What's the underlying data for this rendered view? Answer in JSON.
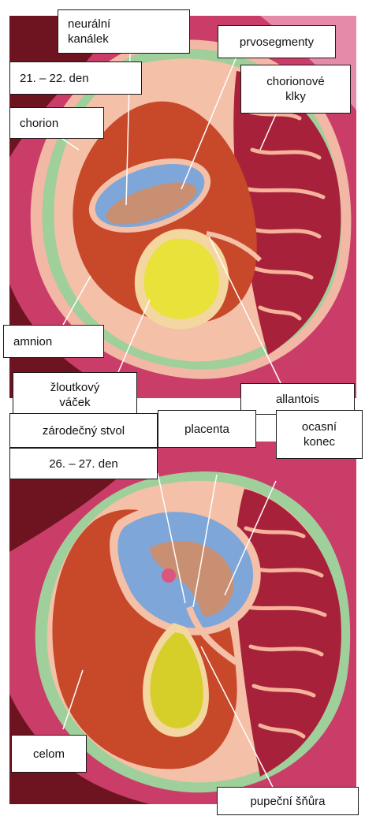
{
  "panel_top": {
    "stage": "21. – 22. den",
    "labels": {
      "neural_canal": "neurální\nkanálek",
      "primitive_segments": "prvosegmenty",
      "chorion": "chorion",
      "chorionic_villi": "chorionové\nklky",
      "amnion": "amnion",
      "yolk_sac": "žloutkový\nváček",
      "allantois": "allantois"
    }
  },
  "panel_bottom": {
    "stage": "26. – 27. den",
    "labels": {
      "body_stalk": "zárodečný stvol",
      "placenta": "placenta",
      "tail_end": "ocasní\nkonec",
      "celom": "celom",
      "umbilical_cord": "pupeční šňůra"
    }
  },
  "colors": {
    "background_dark_red": "#7a1622",
    "uterine_pink": "#d9577e",
    "chorion_green": "#9fcf9a",
    "villi_red": "#a8213a",
    "amnion_blue": "#7fa6d8",
    "yolk_yellow": "#e8e23a",
    "coelom_orange": "#c8482a",
    "embryo_tan": "#c98f72"
  }
}
